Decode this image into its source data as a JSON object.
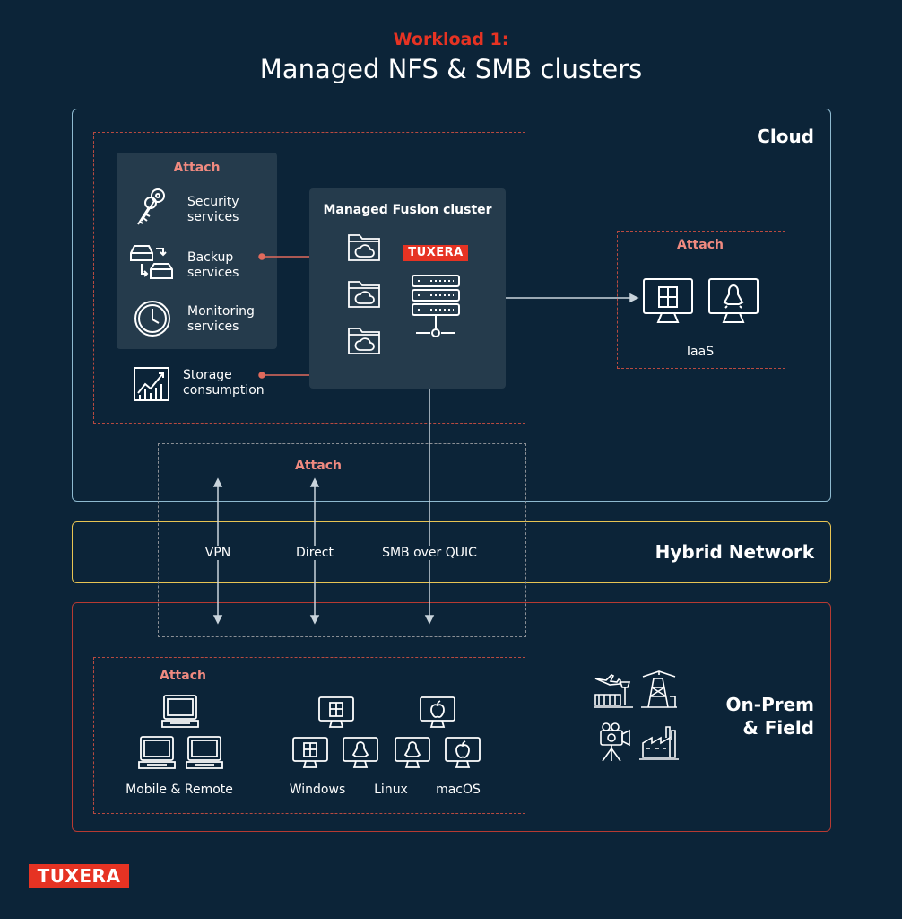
{
  "colors": {
    "background": "#0c2438",
    "accent_red": "#e63323",
    "attach_text": "#f08a80",
    "cloud_border": "#8fbad0",
    "hybrid_border": "#e8c453",
    "onprem_border": "#b73a32",
    "panel": "#253b4c"
  },
  "header": {
    "kicker": "Workload 1:",
    "title": "Managed NFS & SMB clusters"
  },
  "zones": {
    "cloud": "Cloud",
    "hybrid": "Hybrid Network",
    "onprem_line1": "On-Prem",
    "onprem_line2": "& Field"
  },
  "cloud": {
    "attach": "Attach",
    "services": [
      {
        "icon": "keys-icon",
        "line1": "Security",
        "line2": "services"
      },
      {
        "icon": "backup-drives-icon",
        "line1": "Backup",
        "line2": "services"
      },
      {
        "icon": "clock-icon",
        "line1": "Monitoring",
        "line2": "services"
      }
    ],
    "storage": {
      "icon": "chart-icon",
      "line1": "Storage",
      "line2": "consumption"
    },
    "cluster_title": "Managed Fusion cluster",
    "cluster_logo": "TUXERA",
    "iaas_attach": "Attach",
    "iaas_label": "IaaS"
  },
  "network": {
    "attach": "Attach",
    "links": [
      "VPN",
      "Direct",
      "SMB over QUIC"
    ]
  },
  "onprem": {
    "attach": "Attach",
    "clients": [
      "Mobile & Remote",
      "Windows",
      "Linux",
      "macOS"
    ]
  },
  "footer_logo": "TUXERA"
}
